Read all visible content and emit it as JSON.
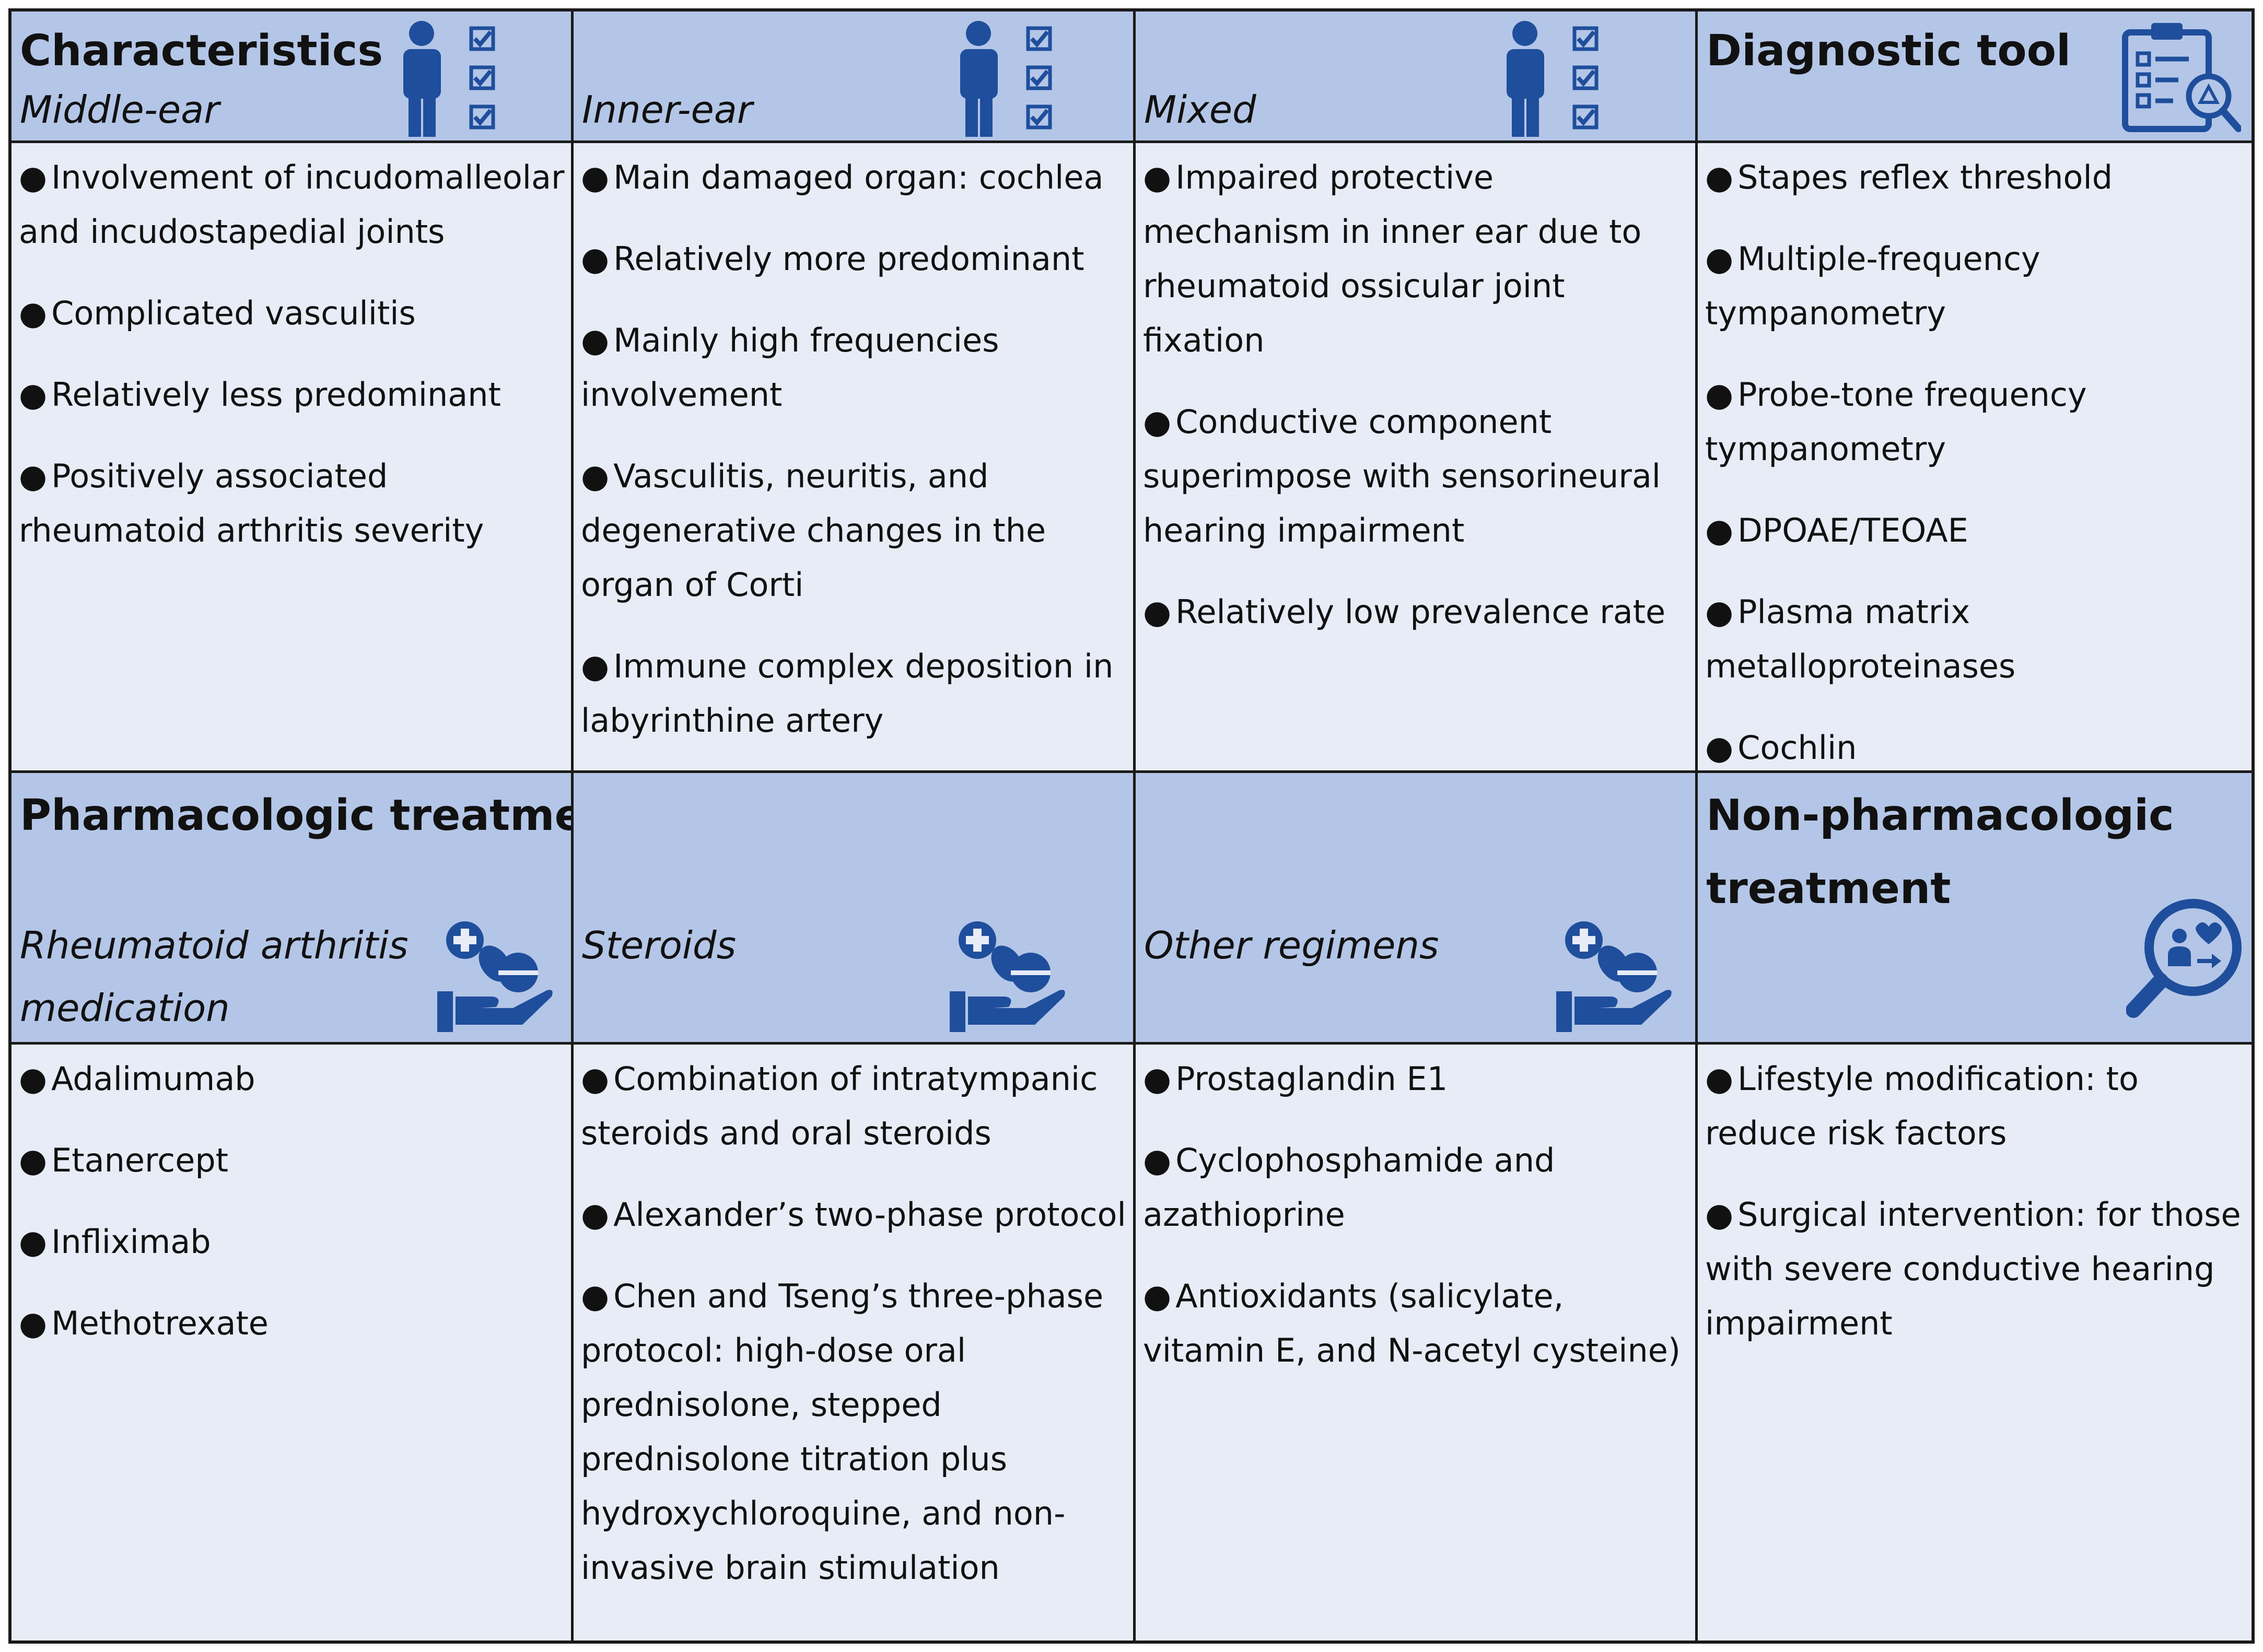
{
  "section1": {
    "title": "Characteristics",
    "columns": [
      {
        "subtitle": "Middle-ear",
        "icon": "person-checklist-icon",
        "bullets": [
          "Involvement of incudomalleolar and incudostapedial joints",
          "Complicated vasculitis",
          "Relatively less predominant",
          "Positively associated rheumatoid arthritis severity"
        ]
      },
      {
        "subtitle": "Inner-ear",
        "icon": "person-checklist-icon",
        "bullets": [
          "Main damaged organ: cochlea",
          "Relatively more predominant",
          "Mainly high frequencies involvement",
          "Vasculitis, neuritis, and degenerative changes in the organ of Corti",
          "Immune complex deposition in labyrinthine artery"
        ]
      },
      {
        "subtitle": "Mixed",
        "icon": "person-checklist-icon",
        "bullets": [
          "Impaired protective mechanism in inner ear due to rheumatoid ossicular joint fixation",
          "Conductive component superimpose with sensorineural hearing impairment",
          "Relatively low prevalence rate"
        ]
      }
    ]
  },
  "diagnostic": {
    "title": "Diagnostic tool",
    "icon": "clipboard-search-icon",
    "bullets": [
      "Stapes reflex threshold",
      "Multiple-frequency tympanometry",
      "Probe-tone frequency tympanometry",
      "DPOAE/TEOAE",
      "Plasma matrix metalloproteinases",
      "Cochlin"
    ]
  },
  "section2": {
    "title": "Pharmacologic treatment",
    "columns": [
      {
        "subtitle": "Rheumatoid arthritis medication",
        "icon": "hand-pills-icon",
        "bullets": [
          "Adalimumab",
          "Etanercept",
          "Infliximab",
          "Methotrexate"
        ]
      },
      {
        "subtitle": "Steroids",
        "icon": "hand-pills-icon",
        "bullets": [
          "Combination of intratympanic steroids and oral steroids",
          "Alexander’s two-phase protocol",
          "Chen and Tseng’s three-phase protocol: high-dose oral prednisolone, stepped prednisolone titration plus hydroxychloroquine, and non-invasive brain stimulation"
        ]
      },
      {
        "subtitle": "Other regimens",
        "icon": "hand-pills-icon",
        "bullets": [
          "Prostaglandin E1",
          "Cyclophosphamide and azathioprine",
          "Antioxidants (salicylate, vitamin E, and N-acetyl cysteine)"
        ]
      }
    ]
  },
  "nonpharm": {
    "title": "Non-pharmacologic treatment",
    "icon": "magnifier-care-icon",
    "bullets": [
      "Lifestyle modification: to reduce risk factors",
      "Surgical intervention: for those with severe conductive hearing impairment"
    ]
  },
  "colors": {
    "header_bg": "#b4c6e7",
    "body_bg": "#e7ecf7",
    "icon": "#1f4e9c",
    "border": "#1a1a1a"
  }
}
